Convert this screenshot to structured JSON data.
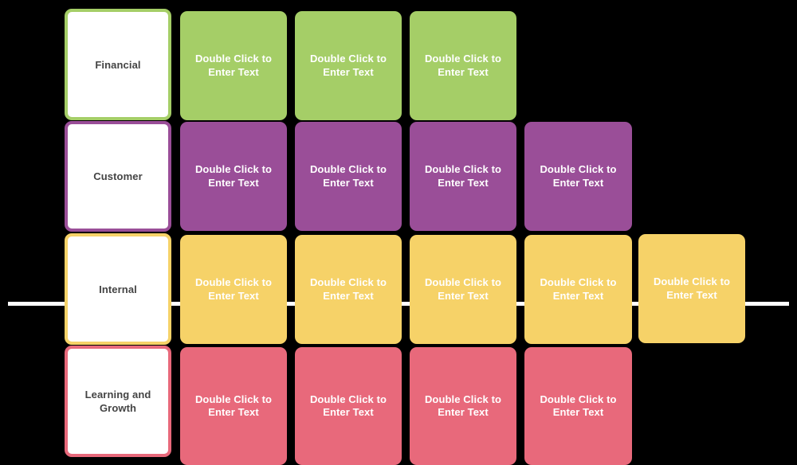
{
  "diagram": {
    "type": "balanced-scorecard-strategy-map",
    "background_color": "#000000",
    "placeholder_text": "Double Click to Enter Text",
    "axis_line_color": "#ffffff",
    "label_text_color": "#444444",
    "content_text_color": "#ffffff",
    "rows": [
      {
        "id": "financial",
        "label": "Financial",
        "color": "#A5CE67",
        "card_count": 3
      },
      {
        "id": "customer",
        "label": "Customer",
        "color": "#9A4E98",
        "card_count": 4
      },
      {
        "id": "internal",
        "label": "Internal",
        "color": "#F6D268",
        "card_count": 5
      },
      {
        "id": "learning-and-growth",
        "label": "Learning and Growth",
        "color": "#E8697B",
        "card_count": 4
      }
    ]
  }
}
